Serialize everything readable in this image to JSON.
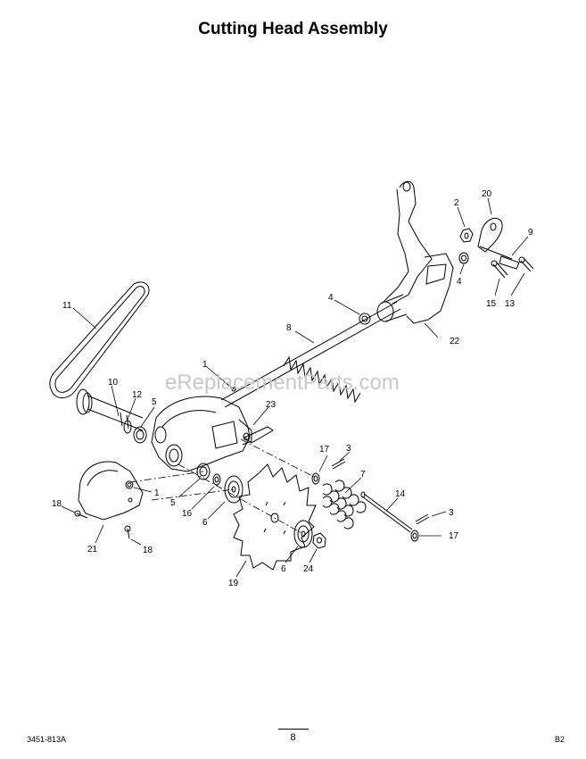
{
  "title": "Cutting Head Assembly",
  "watermark": "eReplacementParts.com",
  "footer": {
    "doc_number": "3451-813A",
    "page_number": "8",
    "section_code": "B2"
  },
  "callouts": {
    "c1a": "1",
    "c1b": "1",
    "c2": "2",
    "c3a": "3",
    "c3b": "3",
    "c4a": "4",
    "c4b": "4",
    "c5a": "5",
    "c5b": "5",
    "c6a": "6",
    "c6b": "6",
    "c7": "7",
    "c8": "8",
    "c9": "9",
    "c10": "10",
    "c11": "11",
    "c12": "12",
    "c13": "13",
    "c14": "14",
    "c15": "15",
    "c16": "16",
    "c17a": "17",
    "c17b": "17",
    "c18a": "18",
    "c18b": "18",
    "c19": "19",
    "c20": "20",
    "c21": "21",
    "c22": "22",
    "c23": "23",
    "c24": "24"
  }
}
